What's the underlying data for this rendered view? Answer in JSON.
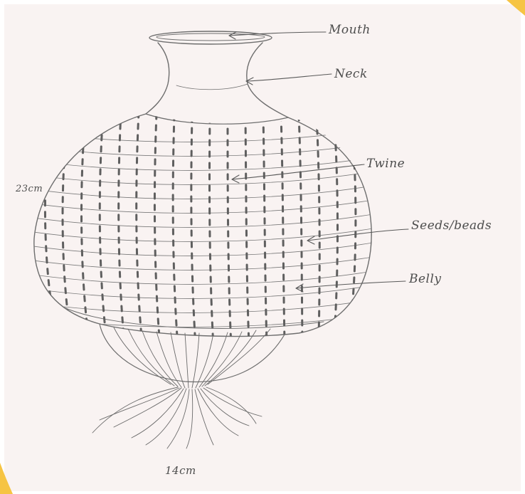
{
  "labels": {
    "mouth": "Mouth",
    "neck": "Neck",
    "twine": "Twine",
    "seeds_beads": "Seeds/beads",
    "belly": "Belly"
  },
  "dimensions": {
    "height": "23cm",
    "width": "14cm"
  },
  "colors": {
    "paper": "#f9f3f2",
    "pencil": "#6e6e6e",
    "accent": "#f6c443"
  }
}
